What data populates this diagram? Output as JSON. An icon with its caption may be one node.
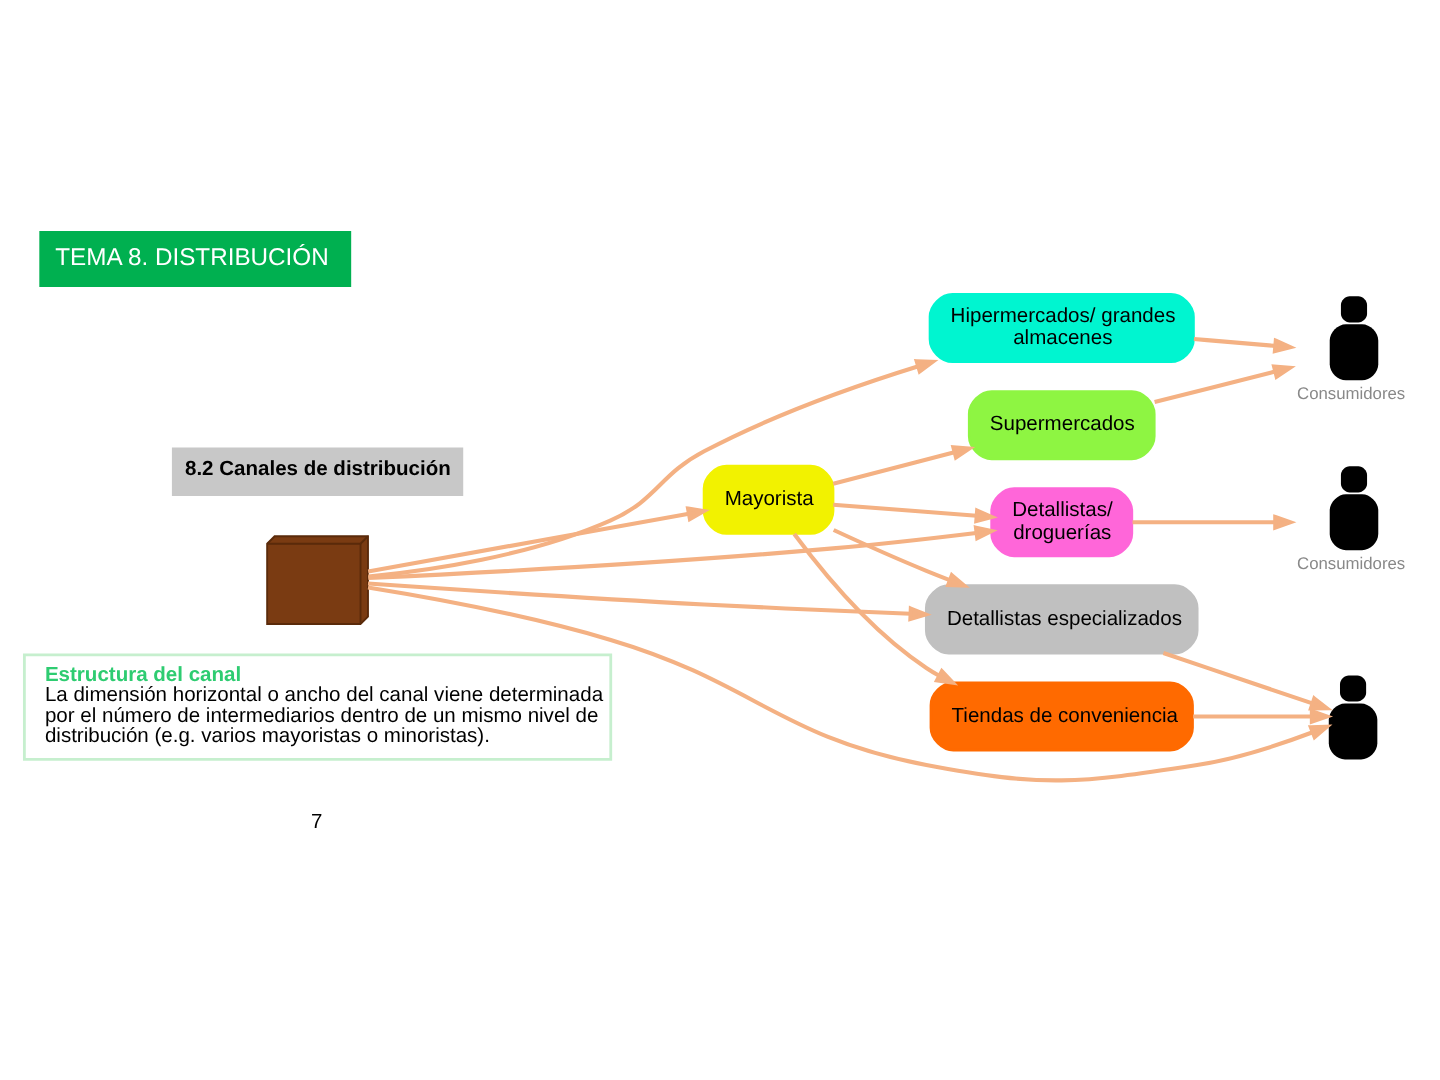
{
  "diagram": {
    "title": "TEMA 8. DISTRIBUCIÓN",
    "nodes": [
      {
        "text": [
          "Hipermercados/ grandes almacenes"
        ]
      },
      {
        "text": [],
        "shape": "person",
        "beside": [
          "Consumidores"
        ]
      },
      {
        "text": [
          "Supermercados"
        ]
      },
      {
        "text": [],
        "shape": "picture"
      },
      {
        "text": [
          "Mayorista"
        ]
      },
      {
        "text": [
          "Detallistas/ droguerías"
        ]
      },
      {
        "text": [],
        "shape": "person",
        "beside": [
          "Consumidores"
        ]
      },
      {
        "text": [
          "Detallistas especializados"
        ]
      },
      {
        "text": [],
        "shape": "person"
      },
      {
        "text": [
          "Tiendas de conveniencia"
        ]
      },
      {
        "text": [
          "Estructura del canal",
          "La dimensión horizontal o ancho del canal viene determinada por el número de intermediarios dentro de un mismo nivel de distribución (e.g. varios mayoristas o minoristas)."
        ]
      }
    ],
    "edges": [
      {
        "from": 3,
        "to": 0,
        "arrow": "to"
      },
      {
        "from": 0,
        "to": 1,
        "arrow": "to"
      },
      {
        "from": 3,
        "to": 4,
        "arrow": "to"
      },
      {
        "from": 4,
        "to": 2,
        "arrow": "to"
      },
      {
        "from": 4,
        "to": 5,
        "arrow": "to"
      },
      {
        "from": 4,
        "to": 7,
        "arrow": "to"
      },
      {
        "from": 2,
        "to": 1,
        "arrow": "to"
      },
      {
        "from": 5,
        "to": 6,
        "arrow": "to"
      },
      {
        "from": 3,
        "to": 5,
        "arrow": "to"
      },
      {
        "from": 3,
        "to": 7,
        "arrow": "to"
      },
      {
        "from": 7,
        "to": 8,
        "arrow": "to"
      },
      {
        "from": 4,
        "to": 9,
        "arrow": "to"
      },
      {
        "from": 9,
        "to": 8,
        "arrow": "to"
      },
      {
        "from": 3,
        "to": 8,
        "arrow": "to"
      }
    ],
    "labels": [
      "8.2 Canales de distribución",
      "7"
    ]
  }
}
